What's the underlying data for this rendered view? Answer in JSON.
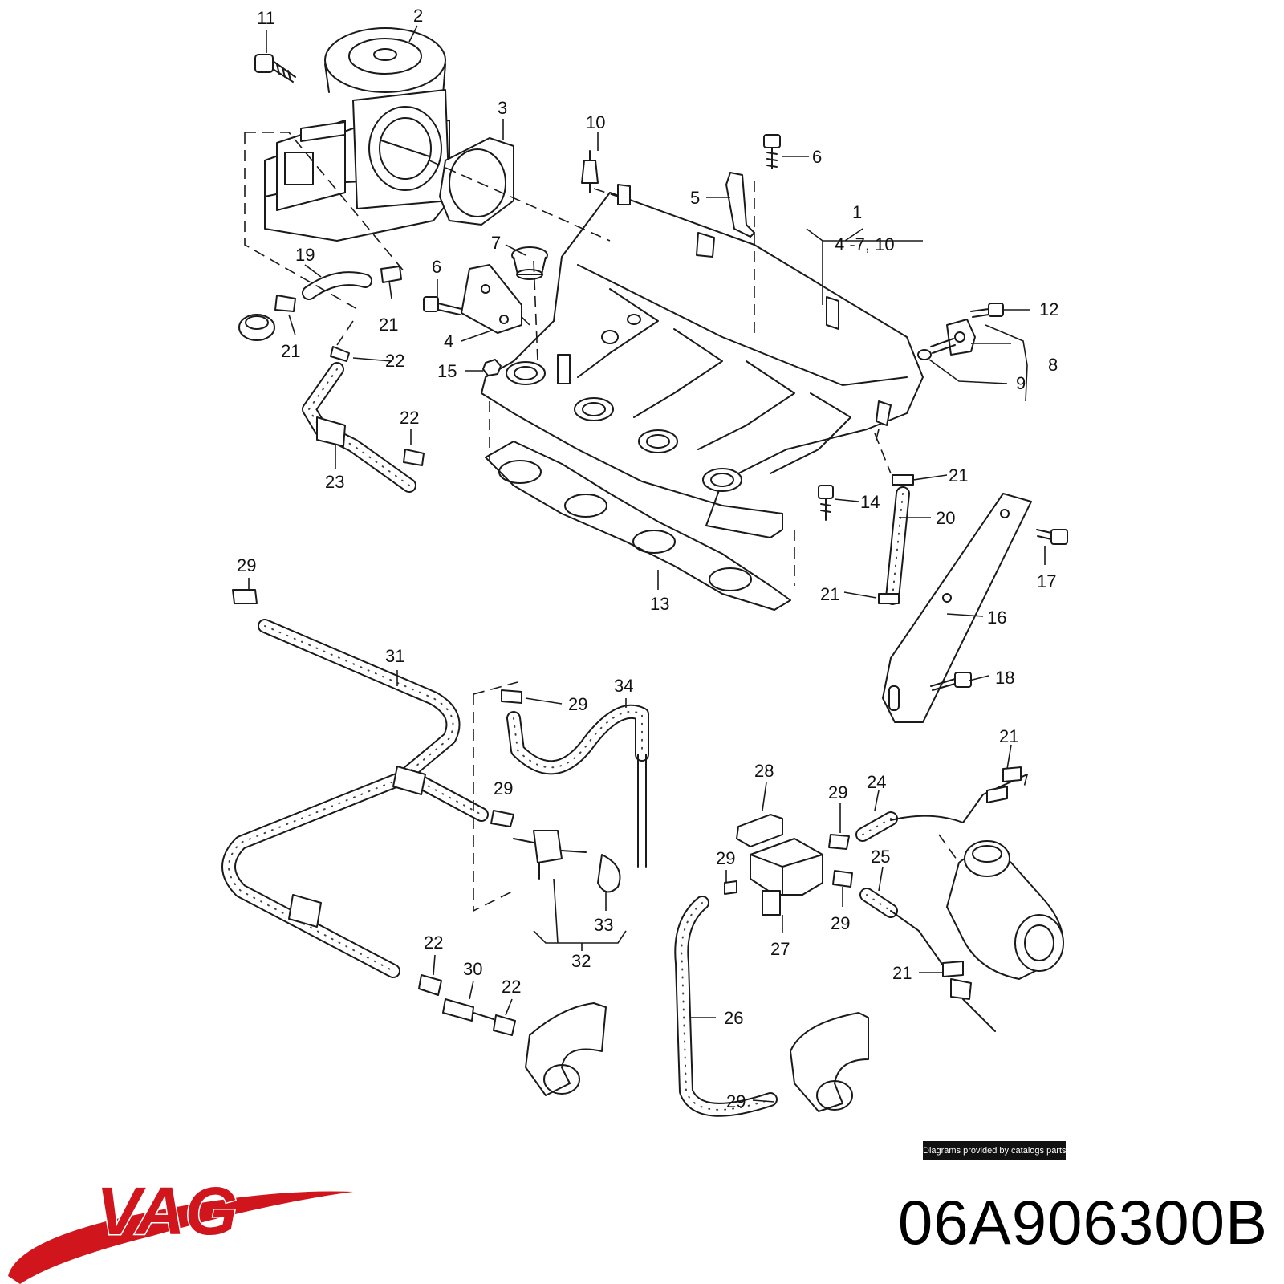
{
  "callouts": [
    {
      "text": "11"
    },
    {
      "text": "2"
    },
    {
      "text": "3"
    },
    {
      "text": "10"
    },
    {
      "text": "6"
    },
    {
      "text": "5"
    },
    {
      "text": "1"
    },
    {
      "text": "4 -7, 10"
    },
    {
      "text": "7"
    },
    {
      "text": "19"
    },
    {
      "text": "6"
    },
    {
      "text": "12"
    },
    {
      "text": "21"
    },
    {
      "text": "21"
    },
    {
      "text": "4"
    },
    {
      "text": "22"
    },
    {
      "text": "8"
    },
    {
      "text": "15"
    },
    {
      "text": "9"
    },
    {
      "text": "22"
    },
    {
      "text": "21"
    },
    {
      "text": "23"
    },
    {
      "text": "14"
    },
    {
      "text": "20"
    },
    {
      "text": "17"
    },
    {
      "text": "29"
    },
    {
      "text": "21"
    },
    {
      "text": "13"
    },
    {
      "text": "16"
    },
    {
      "text": "31"
    },
    {
      "text": "18"
    },
    {
      "text": "34"
    },
    {
      "text": "29"
    },
    {
      "text": "21"
    },
    {
      "text": "28"
    },
    {
      "text": "29"
    },
    {
      "text": "24"
    },
    {
      "text": "29"
    },
    {
      "text": "29"
    },
    {
      "text": "25"
    },
    {
      "text": "33"
    },
    {
      "text": "29"
    },
    {
      "text": "32"
    },
    {
      "text": "27"
    },
    {
      "text": "22"
    },
    {
      "text": "21"
    },
    {
      "text": "30"
    },
    {
      "text": "22"
    },
    {
      "text": "26"
    },
    {
      "text": "29"
    }
  ],
  "credit": "Diagrams provided by catalogs parts",
  "brand": {
    "name": "VAG",
    "color": "#d0151c"
  },
  "part_number": "06A906300B"
}
